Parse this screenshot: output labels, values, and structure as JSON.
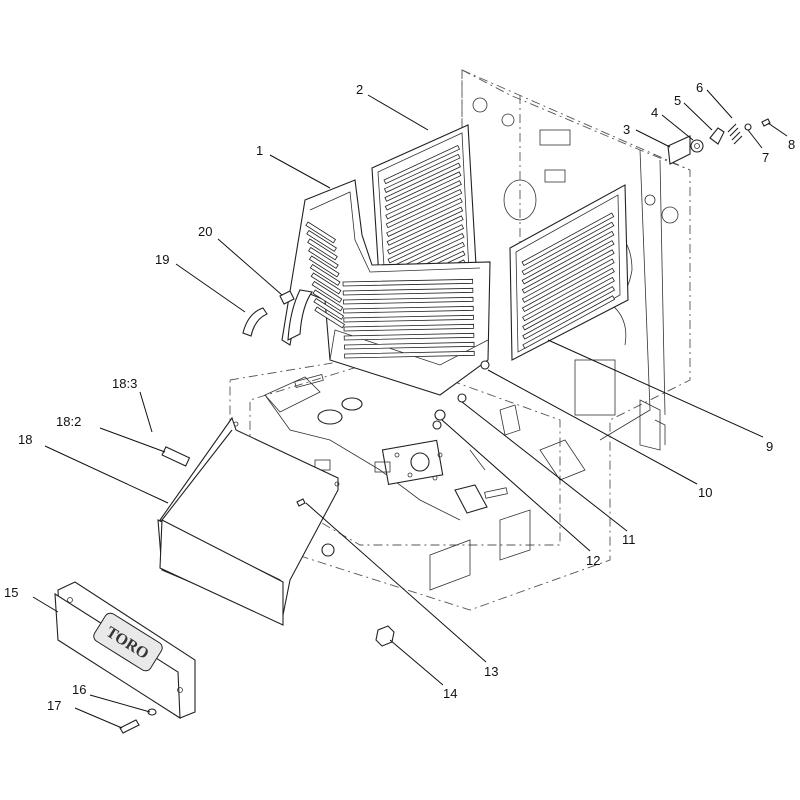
{
  "diagram": {
    "callouts": [
      {
        "id": "1",
        "label": "1"
      },
      {
        "id": "2",
        "label": "2"
      },
      {
        "id": "3",
        "label": "3"
      },
      {
        "id": "4",
        "label": "4"
      },
      {
        "id": "5",
        "label": "5"
      },
      {
        "id": "6",
        "label": "6"
      },
      {
        "id": "7",
        "label": "7"
      },
      {
        "id": "8",
        "label": "8"
      },
      {
        "id": "9",
        "label": "9"
      },
      {
        "id": "10",
        "label": "10"
      },
      {
        "id": "11",
        "label": "11"
      },
      {
        "id": "12",
        "label": "12"
      },
      {
        "id": "13",
        "label": "13"
      },
      {
        "id": "14",
        "label": "14"
      },
      {
        "id": "15",
        "label": "15"
      },
      {
        "id": "16",
        "label": "16"
      },
      {
        "id": "17",
        "label": "17"
      },
      {
        "id": "18",
        "label": "18"
      },
      {
        "id": "18-2",
        "label": "18:2"
      },
      {
        "id": "18-3",
        "label": "18:3"
      },
      {
        "id": "19",
        "label": "19"
      },
      {
        "id": "20",
        "label": "20"
      }
    ],
    "logo_text": "TORO"
  }
}
